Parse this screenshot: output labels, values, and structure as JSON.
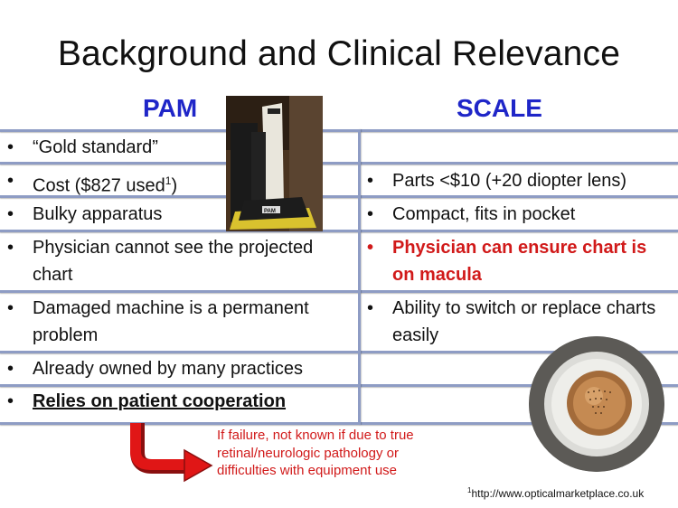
{
  "title": "Background and Clinical Relevance",
  "columns": {
    "left": "PAM",
    "right": "SCALE"
  },
  "rows": [
    {
      "left": "“Gold standard”",
      "right": ""
    },
    {
      "left": "Cost ($827 used",
      "left_sup": "1",
      "left_tail": ")",
      "right": "Parts <$10 (+20 diopter lens)"
    },
    {
      "left": "Bulky apparatus",
      "right": "Compact, fits in pocket"
    },
    {
      "left": "Physician cannot see the projected chart",
      "right": "Physician can ensure chart is on macula"
    },
    {
      "left": "Damaged machine is a permanent problem",
      "right": "Ability to switch or replace charts easily"
    },
    {
      "left": "Already owned by many practices",
      "right": ""
    },
    {
      "left": "Relies on patient cooperation",
      "right": ""
    }
  ],
  "bullet": "•",
  "note": "If failure, not known if due to true retinal/neurologic pathology or difficulties with equipment use",
  "footnote": {
    "sup": "1",
    "text": "http://www.opticalmarketplace.co.uk"
  },
  "device_label": "PAM",
  "colors": {
    "heading": "#1f26c8",
    "highlight": "#d11a1a",
    "rule": "#8e9cc4"
  }
}
